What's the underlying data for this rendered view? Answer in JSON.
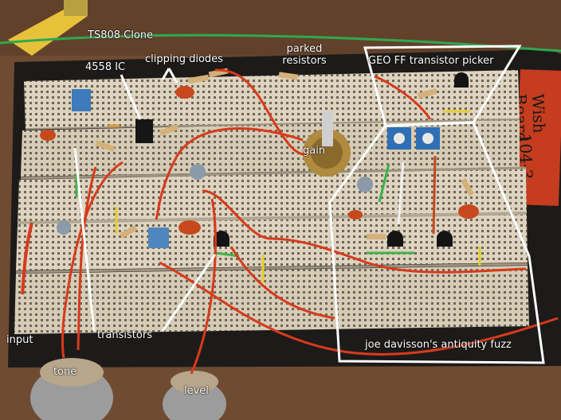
{
  "annotations": {
    "ts808_clone": "TS808 Clone",
    "clipping_diodes": "clipping diodes",
    "ic_4558": "4558 IC",
    "parked_resistors_line1": "parked",
    "parked_resistors_line2": "resistors",
    "geo_ff_picker": "GEO FF transistor picker",
    "gain": "gain",
    "input": "input",
    "transistors": "transistors",
    "tone": "tone",
    "level": "level",
    "antiquity_fuzz": "joe davisson's antiquity fuzz"
  },
  "board_label": {
    "line1": "Wish",
    "line2": "Board",
    "line3": "104-3"
  },
  "colors": {
    "table": "#6b4a33",
    "board_base": "#1c1a18",
    "breadboard": "#ddd3bf",
    "wire_red": "#d83a1c",
    "annotation": "#ffffff",
    "sticker": "#c53c1e"
  }
}
